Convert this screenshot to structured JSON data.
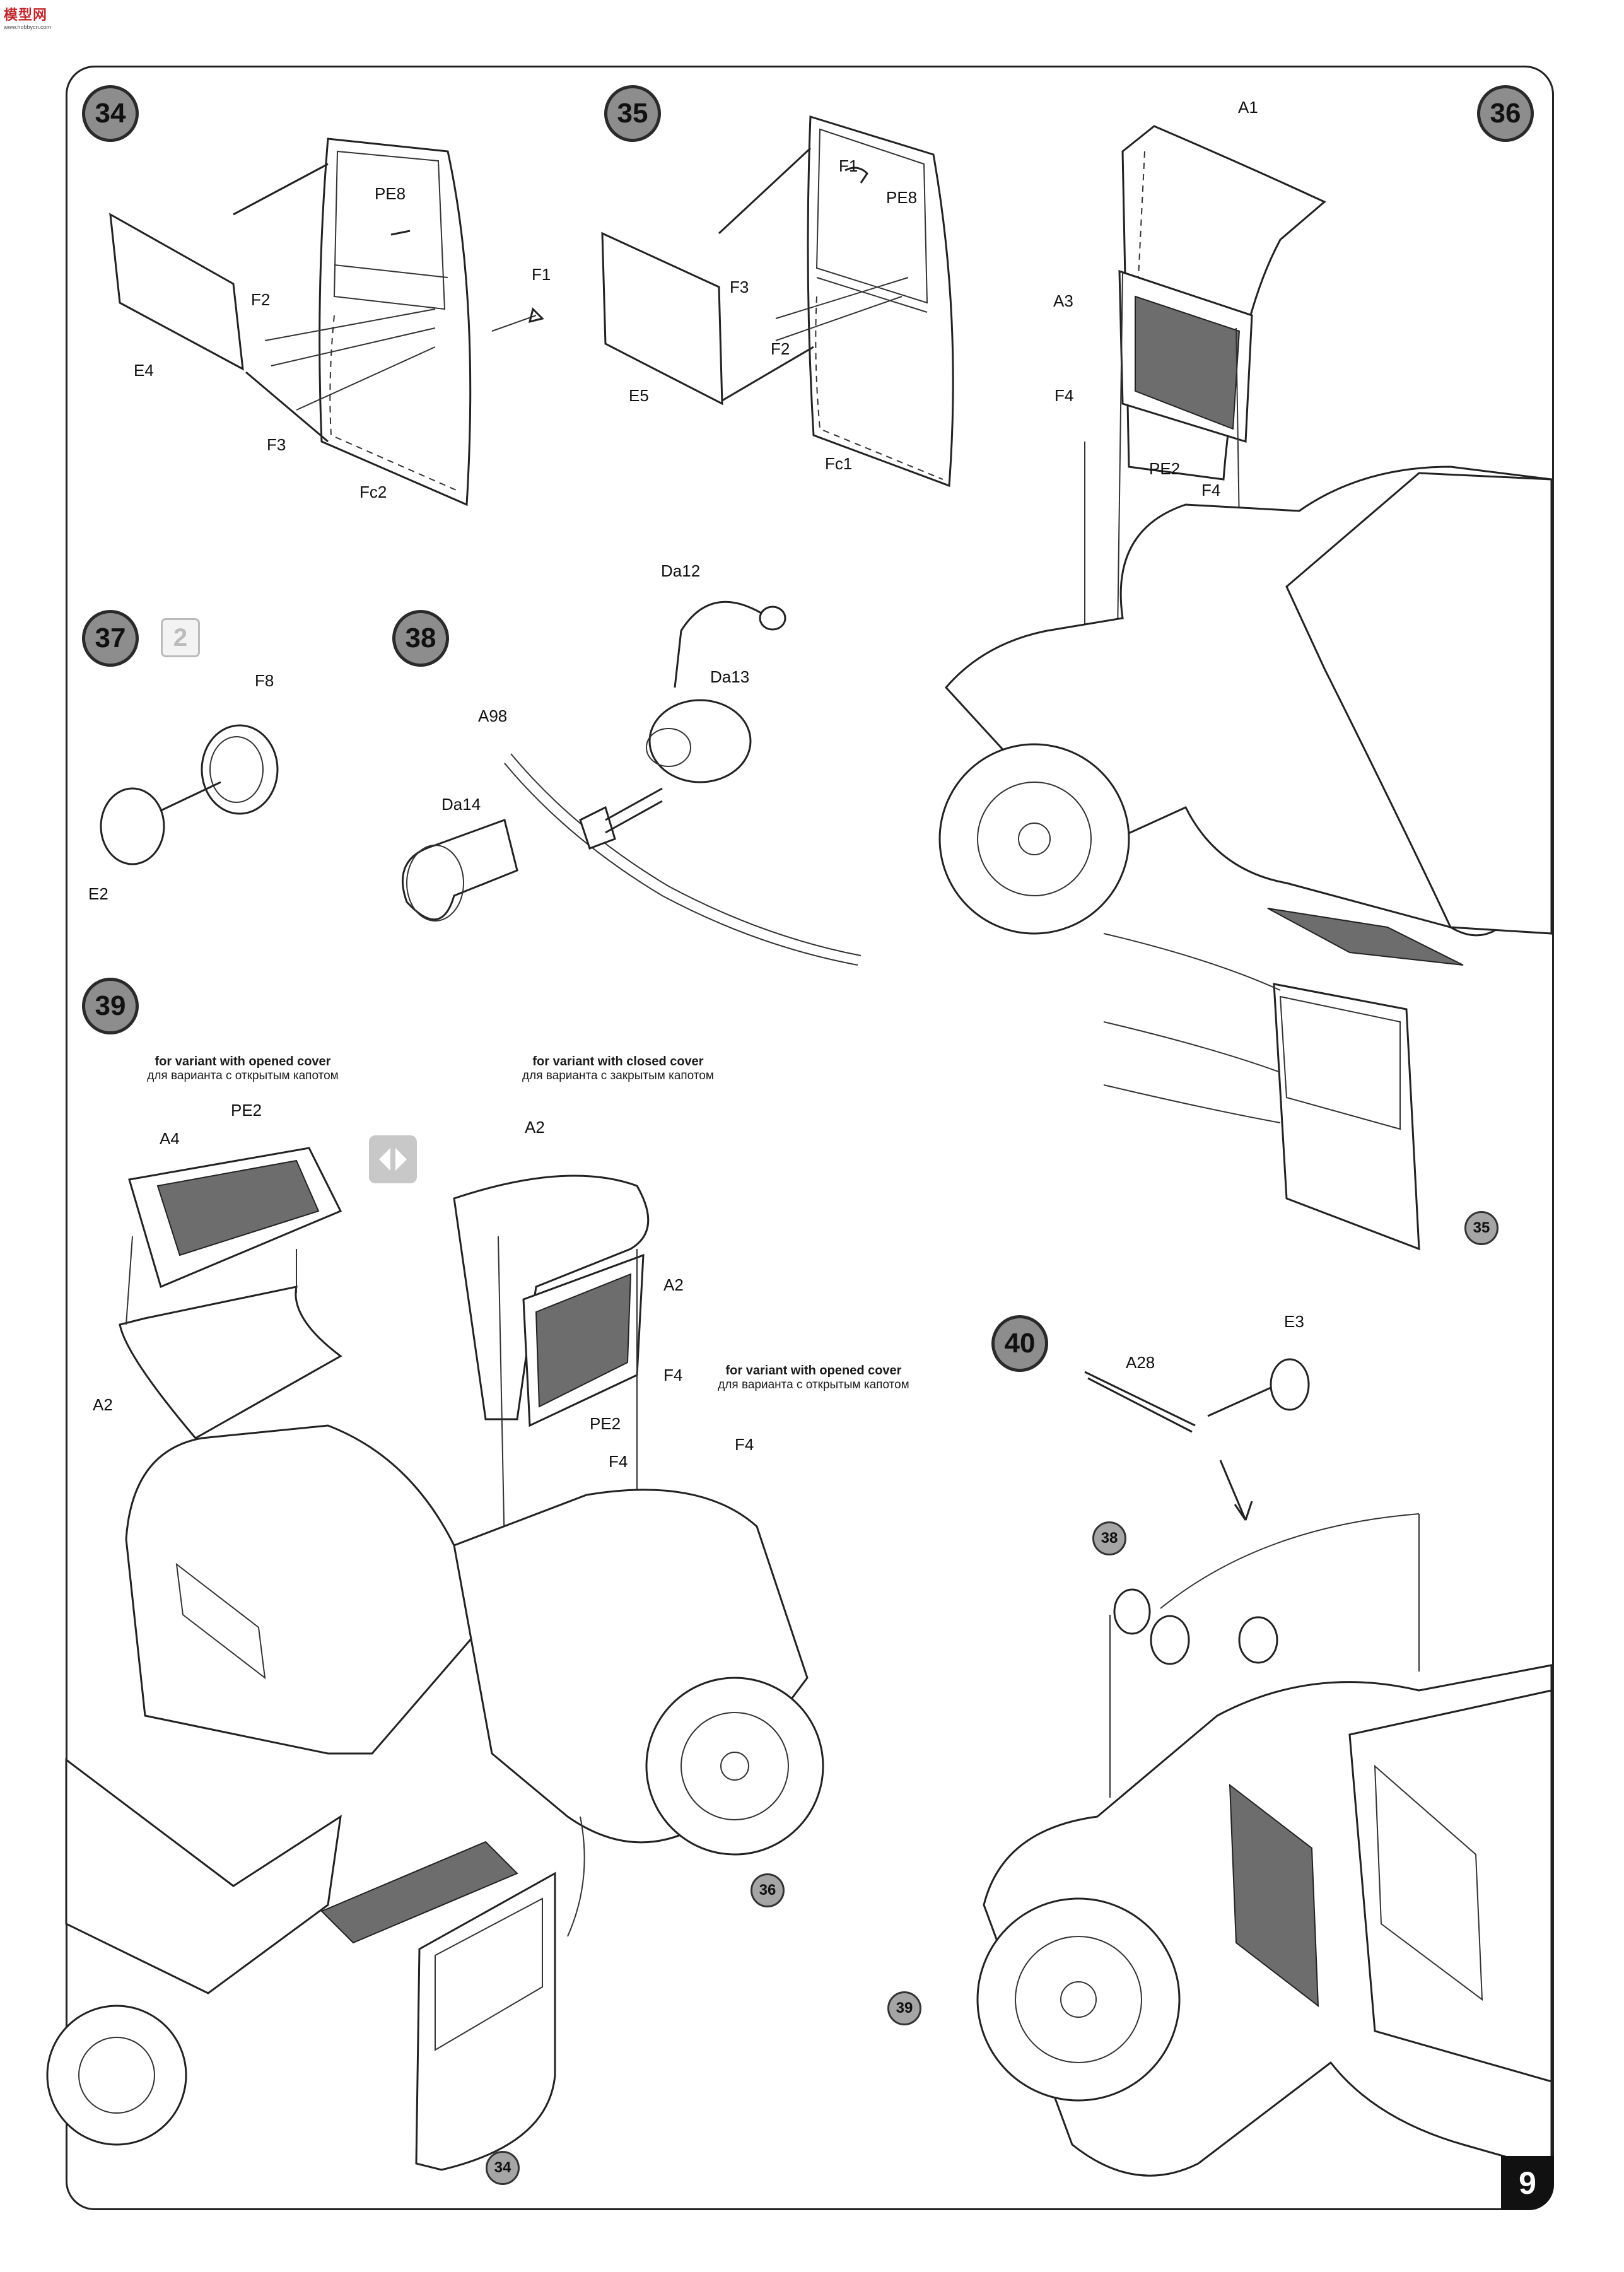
{
  "brand": {
    "logo_text": "模型网",
    "logo_url": "www.hobbycn.com"
  },
  "page_number": "9",
  "steps": {
    "s34": "34",
    "s35": "35",
    "s36": "36",
    "s37": "37",
    "s38": "38",
    "s39": "39",
    "s40": "40"
  },
  "step34": {
    "parts": {
      "pe8": "PE8",
      "f1": "F1",
      "f2": "F2",
      "e4": "E4",
      "f3": "F3",
      "fc2": "Fc2"
    }
  },
  "step35": {
    "parts": {
      "f1": "F1",
      "pe8": "PE8",
      "f3": "F3",
      "f2": "F2",
      "e5": "E5",
      "fc1": "Fc1"
    }
  },
  "step36": {
    "parts": {
      "a1": "A1",
      "a3": "A3",
      "f4a": "F4",
      "pe2": "PE2",
      "f4b": "F4"
    },
    "ref": "35"
  },
  "step37": {
    "parts": {
      "f8": "F8",
      "e2": "E2"
    },
    "quantity_badge": "2"
  },
  "step38": {
    "parts": {
      "da12": "Da12",
      "da13": "Da13",
      "a98": "A98",
      "da14": "Da14"
    }
  },
  "step39": {
    "parts": {
      "pe2a": "PE2",
      "a4": "A4",
      "a2a": "A2",
      "a2b": "A2",
      "a2c": "A2",
      "f4a": "F4",
      "pe2b": "PE2",
      "f4b": "F4",
      "f4c": "F4"
    },
    "notes": {
      "opened_en": "for variant with opened cover",
      "opened_ru": "для варианта с открытым капотом",
      "closed_en": "for variant with closed cover",
      "closed_ru": "для варианта с закрытым капотом",
      "opened2_en": "for variant with opened cover",
      "opened2_ru": "для варианта с открытым капотом"
    },
    "refs": {
      "r34": "34",
      "r36": "36"
    }
  },
  "step40": {
    "parts": {
      "e3": "E3",
      "a28": "A28"
    },
    "refs": {
      "r38": "38",
      "r39": "39"
    }
  },
  "colors": {
    "step_fill": "#8d8d8d",
    "ref_fill": "#a5a5a5",
    "ink": "#222222"
  }
}
